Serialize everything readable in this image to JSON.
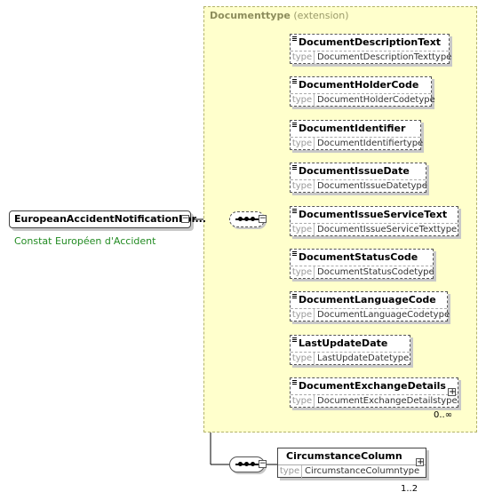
{
  "panel": {
    "type_name": "Documenttype",
    "qualifier": "(extension)"
  },
  "root": {
    "name": "EuropeanAccidentNotificationFor...",
    "documentation": "Constat Européen d'Accident"
  },
  "type_label": "type",
  "elements": [
    {
      "name": "DocumentDescriptionText",
      "type": "DocumentDescriptionTexttype"
    },
    {
      "name": "DocumentHolderCode",
      "type": "DocumentHolderCodetype"
    },
    {
      "name": "DocumentIdentifier",
      "type": "DocumentIdentifiertype"
    },
    {
      "name": "DocumentIssueDate",
      "type": "DocumentIssueDatetype"
    },
    {
      "name": "DocumentIssueServiceText",
      "type": "DocumentIssueServiceTexttype"
    },
    {
      "name": "DocumentStatusCode",
      "type": "DocumentStatusCodetype"
    },
    {
      "name": "DocumentLanguageCode",
      "type": "DocumentLanguageCodetype"
    },
    {
      "name": "LastUpdateDate",
      "type": "LastUpdateDatetype"
    },
    {
      "name": "DocumentExchangeDetails",
      "type": "DocumentExchangeDetailstype",
      "occurrence": "0..∞"
    }
  ],
  "circumstance": {
    "name": "CircumstanceColumn",
    "type": "CircumstanceColumntype",
    "occurrence": "1..2"
  }
}
